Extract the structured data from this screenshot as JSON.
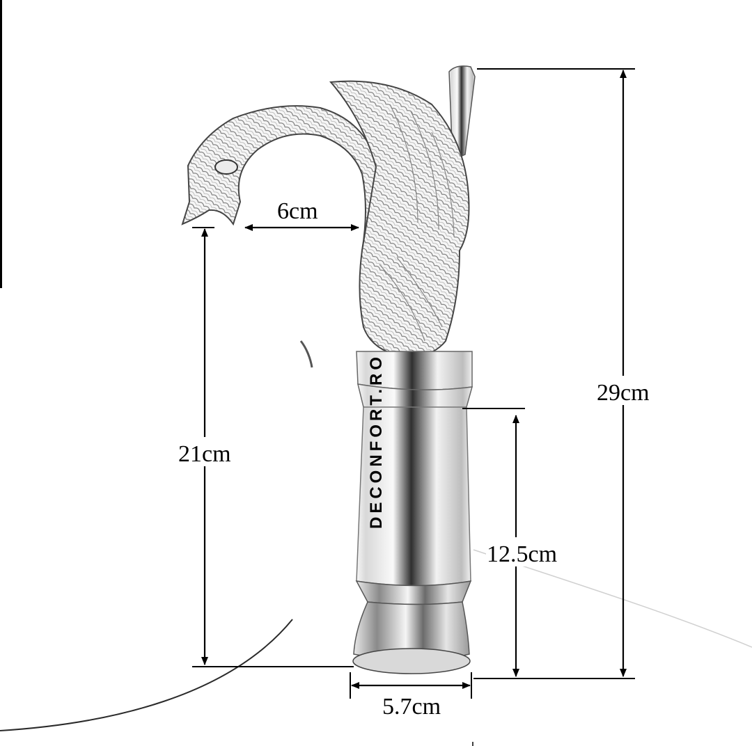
{
  "colors": {
    "background": "#ffffff",
    "ink": "#000000",
    "chrome_light": "#f4f4f4",
    "chrome_mid": "#c9c9c9",
    "chrome_dark": "#3a3a3a"
  },
  "dimensions": {
    "spout_reach": "6cm",
    "spout_height": "21cm",
    "total_height": "29cm",
    "body_height": "12.5cm",
    "base_diameter": "5.7cm"
  },
  "watermark": "DECONFORT.RO",
  "icons": {
    "product": "swan-faucet-icon",
    "arrow": "arrowhead-icon"
  }
}
